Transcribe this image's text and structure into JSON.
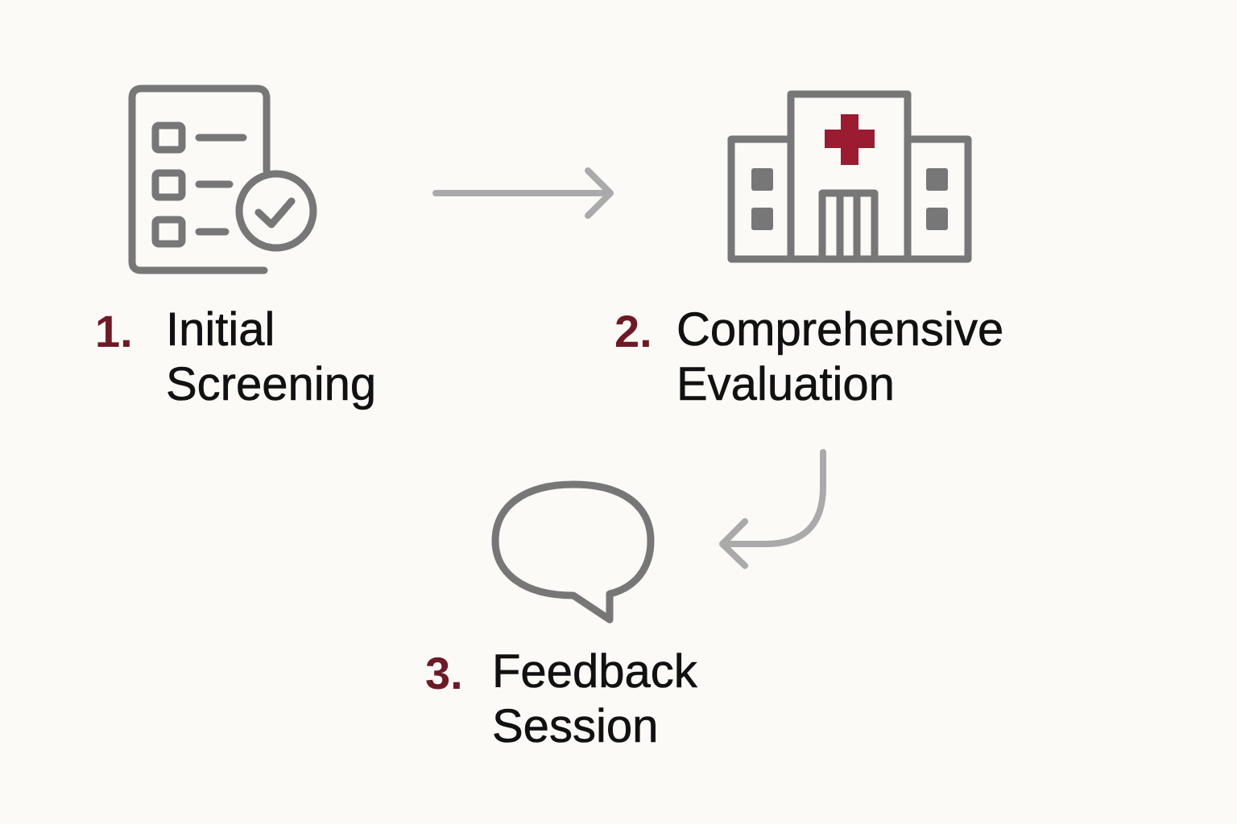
{
  "colors": {
    "background": "#fbfaf6",
    "icon": "#777777",
    "arrow": "#aaaaaa",
    "accent": "#6e1a26",
    "cross": "#9b1b30"
  },
  "steps": [
    {
      "number": "1.",
      "line1": "Initial",
      "line2": "Screening",
      "icon": "checklist-icon"
    },
    {
      "number": "2.",
      "line1": "Comprehensive",
      "line2": "Evaluation",
      "icon": "hospital-icon"
    },
    {
      "number": "3.",
      "line1": "Feedback",
      "line2": "Session",
      "icon": "speech-bubble-icon"
    }
  ]
}
